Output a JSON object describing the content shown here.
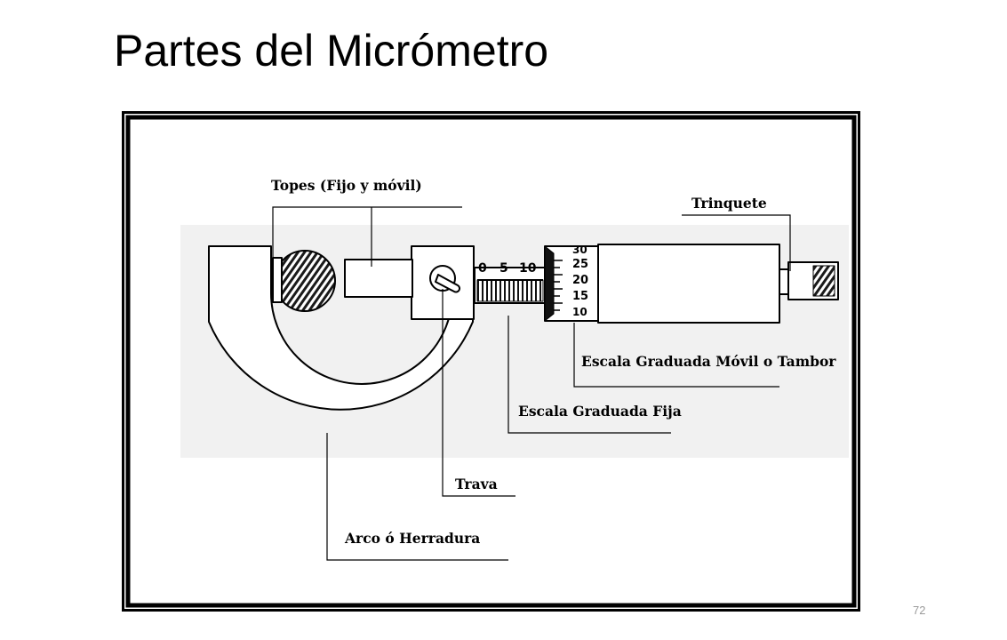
{
  "slide": {
    "title": "Partes del Micrómetro",
    "page_number": "72"
  },
  "diagram": {
    "labels": {
      "topes": "Topes (Fijo y móvil)",
      "trinquete": "Trinquete",
      "tambor": "Escala Graduada Móvil o Tambor",
      "escala_fija": "Escala Graduada Fija",
      "trava": "Trava",
      "arco": "Arco ó Herradura"
    },
    "fixed_scale_ticks": [
      "0",
      "5",
      "10"
    ],
    "thimble_ticks": [
      "30",
      "25",
      "20",
      "15",
      "10"
    ]
  }
}
